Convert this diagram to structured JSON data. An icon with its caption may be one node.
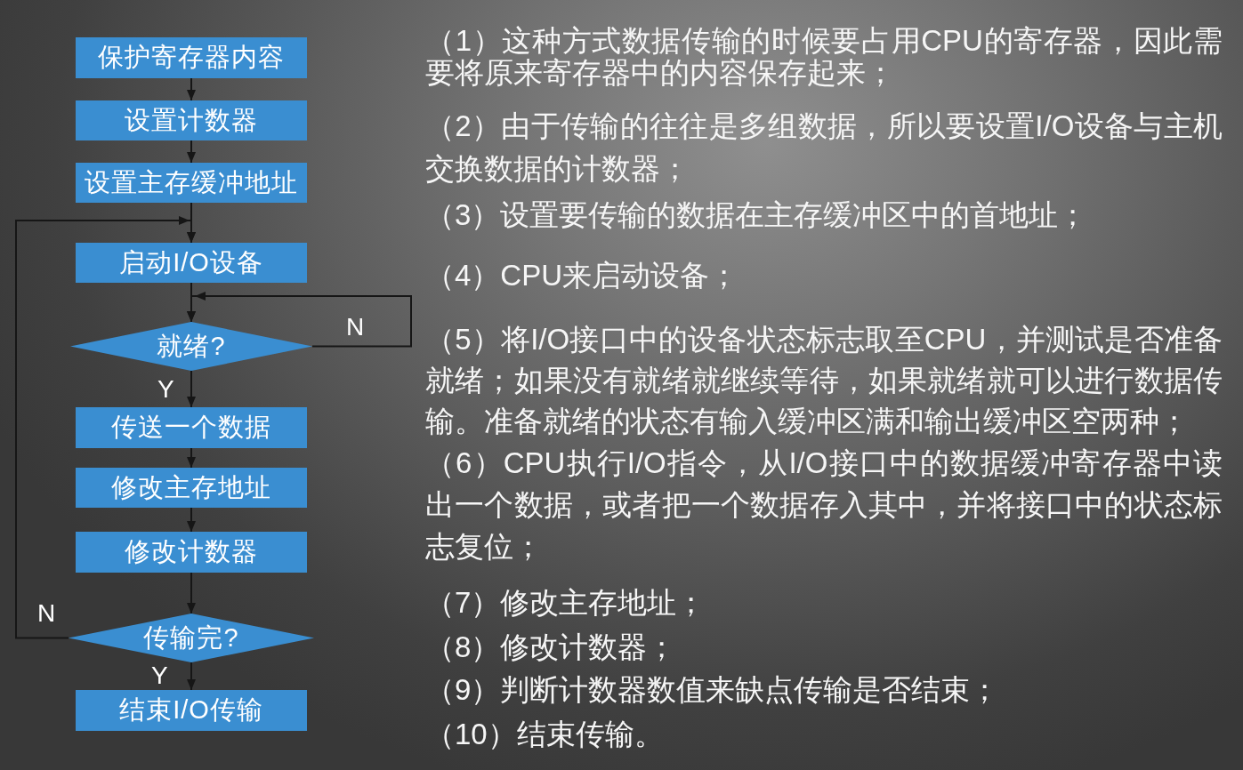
{
  "diagram": {
    "nodes": [
      {
        "text": [
          "保护寄存器内容"
        ]
      },
      {
        "text": [
          "设置计数器"
        ]
      },
      {
        "text": [
          "设置主存缓冲地址"
        ]
      },
      {
        "text": [
          "启动I/O设备"
        ]
      },
      {
        "text": [
          "就绪?"
        ]
      },
      {
        "text": [
          "传送一个数据"
        ]
      },
      {
        "text": [
          "修改主存地址"
        ]
      },
      {
        "text": [
          "修改计数器"
        ]
      },
      {
        "text": [
          "传输完?"
        ]
      },
      {
        "text": [
          "结束I/O传输"
        ]
      }
    ],
    "edges": [
      {
        "from": 0,
        "to": 1,
        "arrow": "to"
      },
      {
        "from": 1,
        "to": 2,
        "arrow": "to"
      },
      {
        "from": 2,
        "to": 3,
        "arrow": "to"
      },
      {
        "from": 3,
        "to": 4,
        "arrow": "to"
      },
      {
        "from": 4,
        "to": 4,
        "arrow": "to",
        "label": "N"
      },
      {
        "from": 4,
        "to": 5,
        "arrow": "to",
        "label": "Y"
      },
      {
        "from": 5,
        "to": 6,
        "arrow": "to"
      },
      {
        "from": 6,
        "to": 7,
        "arrow": "to"
      },
      {
        "from": 7,
        "to": 8,
        "arrow": "to"
      },
      {
        "from": 8,
        "to": 3,
        "arrow": "to",
        "label": "N"
      },
      {
        "from": 8,
        "to": 9,
        "arrow": "to",
        "label": "Y"
      }
    ],
    "labels": [
      "（1）这种方式数据传输的时候要占用CPU的寄存器，因此需要将原来寄存器中的内容保存起来；",
      "（2）由于传输的往往是多组数据，所以要设置I/O设备与主机交换数据的计数器；",
      "（3）设置要传输的数据在主存缓冲区中的首地址；",
      "（4）CPU来启动设备；",
      "（5）将I/O接口中的设备状态标志取至CPU，并测试是否准备就绪；如果没有就绪就继续等待，如果就绪就可以进行数据传输。准备就绪的状态有输入缓冲区满和输出缓冲区空两种；",
      "（6）CPU执行I/O指令，从I/O接口中的数据缓冲寄存器中读出一个数据，或者把一个数据存入其中，并将接口中的状态标志复位；",
      "（7）修改主存地址；",
      "（8）修改计数器；",
      "（9）判断计数器数值来缺点传输是否结束；",
      "（10）结束传输。"
    ]
  }
}
